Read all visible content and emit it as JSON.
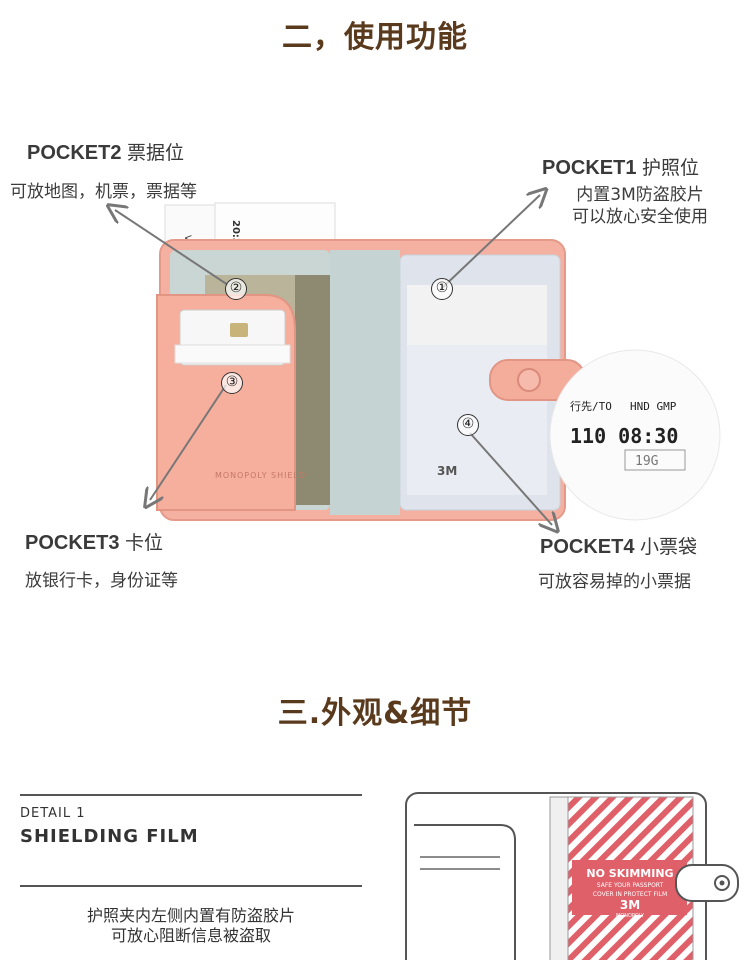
{
  "section2": {
    "title": "二，使用功能"
  },
  "pockets": [
    {
      "title": "POCKET2",
      "cn": "票据位",
      "lines": [
        "可放地图，机票，票据等"
      ]
    },
    {
      "title": "POCKET1",
      "cn": "护照位",
      "lines": [
        "内置3M防盗胶片",
        "可以放心安全使用"
      ]
    },
    {
      "title": "POCKET3",
      "cn": "卡位",
      "lines": [
        "放银行卡，身份证等"
      ]
    },
    {
      "title": "POCKET4",
      "cn": "小票袋",
      "lines": [
        "可放容易掉的小票据"
      ]
    }
  ],
  "markers": [
    "①",
    "②",
    "③",
    "④"
  ],
  "section3": {
    "title": "三.外观&细节"
  },
  "detail": {
    "label": "DETAIL 1",
    "title": "SHIELDING FILM",
    "caption": [
      "护照夹内左侧内置有防盗胶片",
      "可放心阻断信息被盗取"
    ]
  },
  "film": {
    "line1": "NO SKIMMING",
    "line2": "SAFE YOUR PASSPORT",
    "line3": "COVER IN PROTECT FILM",
    "line4": "3M",
    "line5": "MONOPOLY"
  },
  "colors": {
    "pink": "#f2aa9a",
    "title_brown": "#5a3a1c",
    "stripe": "#e0606a"
  }
}
